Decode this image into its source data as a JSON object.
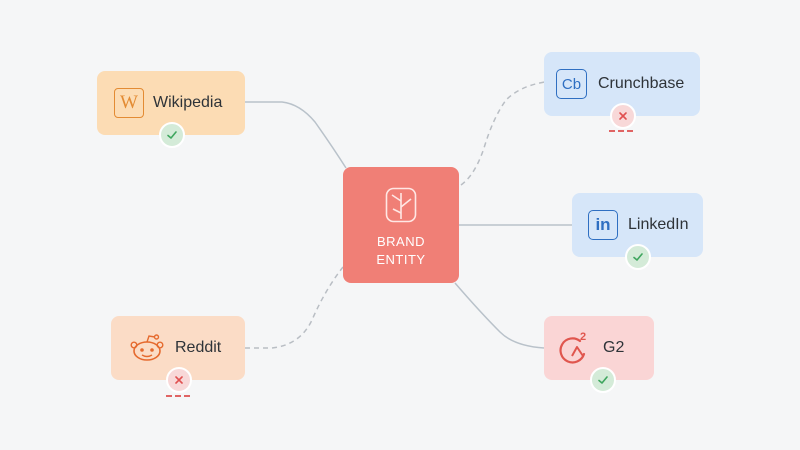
{
  "center": {
    "line1": "BRAND",
    "line2": "ENTITY"
  },
  "nodes": {
    "wikipedia": {
      "label": "Wikipedia",
      "status": "verified"
    },
    "crunchbase": {
      "label": "Crunchbase",
      "status": "missing"
    },
    "linkedin": {
      "label": "LinkedIn",
      "status": "verified"
    },
    "reddit": {
      "label": "Reddit",
      "status": "missing"
    },
    "g2": {
      "label": "G2",
      "status": "verified"
    }
  },
  "icons": {
    "wikipedia": {
      "glyph": "W"
    },
    "crunchbase": {
      "glyph": "Cb"
    },
    "linkedin": {
      "glyph": "in"
    },
    "g2": {
      "glyph": "2"
    }
  },
  "colors": {
    "background": "#f5f6f7",
    "center": "#f07f76",
    "wikipedia_bg": "#fcdcb4",
    "wikipedia_icon": "#e38b33",
    "crunchbase_bg": "#d6e6f9",
    "crunchbase_icon": "#2f6fc2",
    "linkedin_bg": "#d6e6f9",
    "linkedin_icon": "#2f6fc2",
    "reddit_bg": "#fbdcc6",
    "reddit_icon": "#e56a2e",
    "g2_bg": "#fad5d5",
    "g2_icon": "#e0564e",
    "check": "#3fa65e",
    "cross": "#e05050",
    "line_solid": "#b9c2ca",
    "line_dashed": "#b9bec4"
  }
}
